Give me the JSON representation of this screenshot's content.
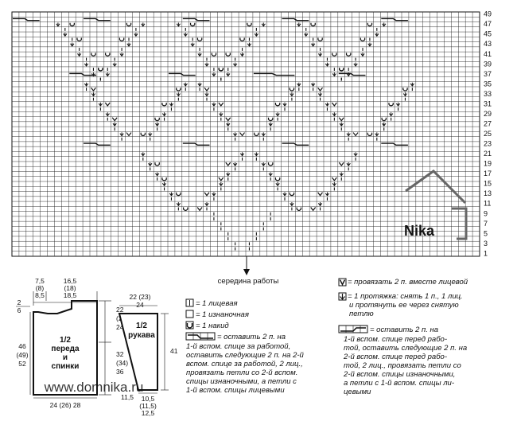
{
  "chart": {
    "row_numbers": [
      "49",
      "47",
      "45",
      "43",
      "41",
      "39",
      "37",
      "35",
      "33",
      "31",
      "29",
      "27",
      "25",
      "23",
      "21",
      "19",
      "17",
      "15",
      "13",
      "11",
      "9",
      "7",
      "5",
      "3",
      "1"
    ],
    "center_label": "середина работы",
    "watermark_logo": "Nika"
  },
  "schematic_body": {
    "top_widths": [
      "7,5",
      "(8)",
      "8,5"
    ],
    "top_widths_right": [
      "16,5",
      "(18)",
      "18,5"
    ],
    "neck_drop": [
      "2",
      "6"
    ],
    "right_heights": [
      "22",
      "(23)",
      "24"
    ],
    "left_heights": [
      "46",
      "(49)",
      "52"
    ],
    "inner_heights": [
      "32",
      "(34)",
      "36"
    ],
    "piece_label": [
      "1/2",
      "переда",
      "и",
      "спинки"
    ],
    "bottom_width": "24 (26) 28"
  },
  "schematic_sleeve": {
    "top_width": [
      "22 (23)",
      "24"
    ],
    "piece_label": [
      "1/2",
      "рукава"
    ],
    "height": "41",
    "bottom_left": "11,5",
    "bottom_width": [
      "10,5",
      "(11,5)",
      "12,5"
    ]
  },
  "legend": {
    "knit": "= 1 лицевая",
    "purl": "= 1 изнаночная",
    "yarn_over": "= 1 накид",
    "cable_left": [
      "= оставить 2 п. на",
      "1-й вспом. спице за работой,",
      "оставить следующие 2 п. на 2-й",
      "вспом. спице за работой, 2 лиц.,",
      "провязать петли со 2-й вспом.",
      "спицы изнаночными, а петли с",
      "1-й вспом. спицы лицевыми"
    ],
    "k2tog": "= провязать 2 п. вместе лицевой",
    "skp": [
      "= 1 протяжка: снять 1 п., 1 лиц.",
      "и протянуть ее через снятую",
      "петлю"
    ],
    "cable_right": [
      "= оставить 2 п. на",
      "1-й вспом. спице перед рабо-",
      "той, оставить следующие 2 п. на",
      "2-й вспом. спице перед рабо-",
      "той, 2 лиц., провязать петли со",
      "2-й вспом. спицы изнаночными,",
      "а петли с 1-й вспом. спицы ли-",
      "цевыми"
    ]
  },
  "watermark": "www.domnika.ru"
}
